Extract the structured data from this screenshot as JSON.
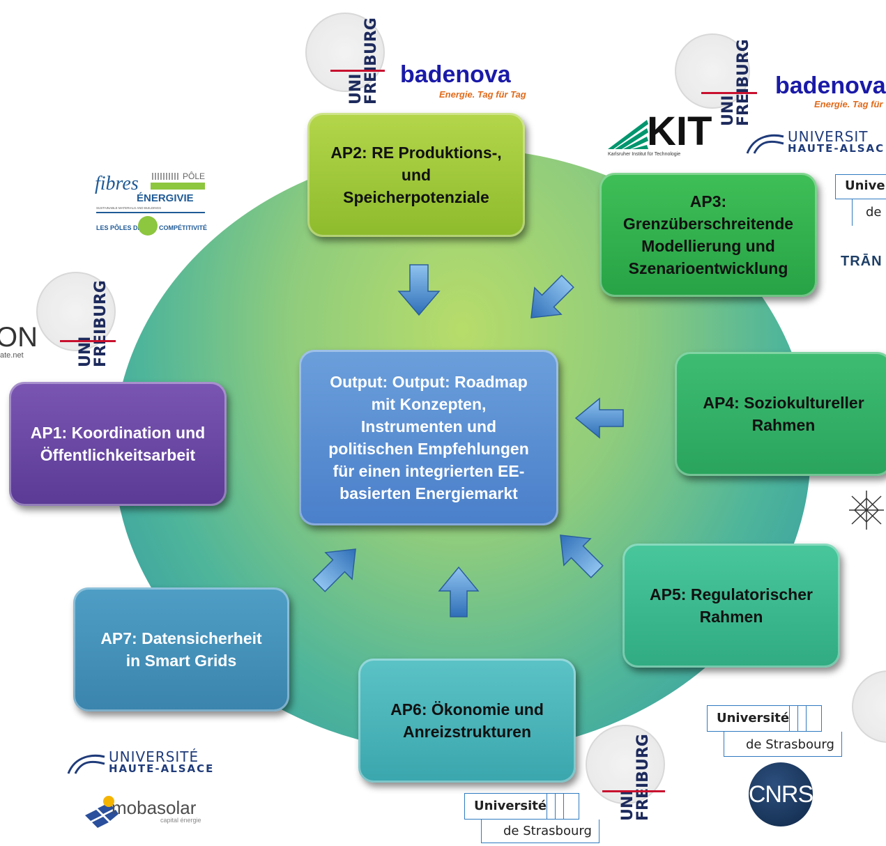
{
  "boxes": {
    "ap2": "AP2: RE Produktions-,\nund\nSpeicherpotenziale",
    "ap3": "AP3:\nGrenzüberschreitende\nModellierung und\nSzenarioentwicklung",
    "ap4": "AP4: Soziokultureller\nRahmen",
    "ap5": "AP5: Regulatorischer\nRahmen",
    "ap6": "AP6: Ökonomie und\nAnreizstrukturen",
    "ap7": "AP7: Datensicherheit\nin Smart Grids",
    "ap1": "AP1: Koordination und\nÖffentlichkeitsarbeit",
    "center": "Output: Output: Roadmap\nmit Konzepten,\nInstrumenten und\npolitischen Empfehlungen\nfür einen integrierten EE-\nbasierten Energiemarkt"
  },
  "logos": {
    "uni": "UNI",
    "freiburg": "FREIBURG",
    "badenova": "badenova",
    "badenova_tagline": "Energie. Tag für Tag",
    "badenova_tagline_cut": "Energie. Tag für Ta",
    "kit": "KIT",
    "kit_sub": "Karlsruher Institut für Technologie",
    "uha_1": "UNIVERSITÉ",
    "uha_2": "HAUTE-ALSACE",
    "uha_cut_1": "UNIVERSIT",
    "uha_cut_2": "HAUTE-ALSAC",
    "univ_cut": "Univer",
    "de_cut": "de",
    "trans_cut": "TRĀN",
    "fibres": "fibres",
    "pole": "PÔLE",
    "energivie": "ÉNERGIVIE",
    "fibres_sub": "SUSTAINABLE MATERIALS AND BUILDINGS",
    "poles_de": "LES PÔLES DE",
    "competitivite": "COMPÉTITIVITÉ",
    "on_cut": "ON",
    "ate_net": "ate.net",
    "universite": "Université",
    "de_strasbourg": "de Strasbourg",
    "cnrs": "CNRS",
    "mobasolar": "mobasolar",
    "mobasolar_sub": "capital énergie"
  }
}
